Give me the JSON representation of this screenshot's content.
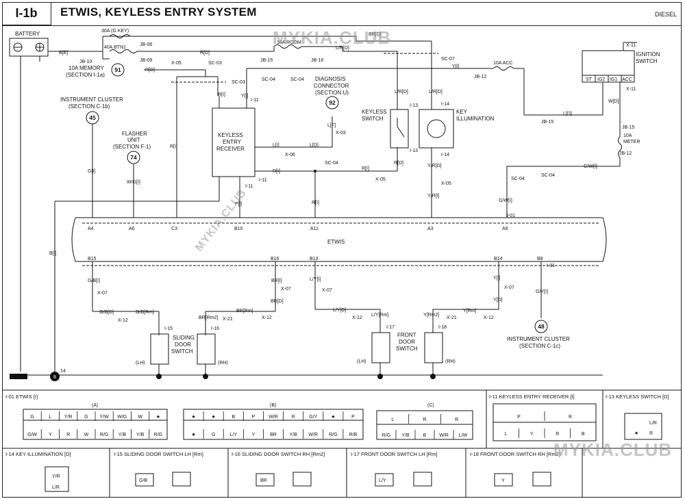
{
  "header": {
    "code": "I-1b",
    "title": "ETWIS, KEYLESS ENTRY SYSTEM",
    "variant": "DIESEL"
  },
  "watermarks": [
    "MYKIA.CLUB",
    "MYKIA.CLUB",
    "MYKIA.CLUB"
  ],
  "components": {
    "battery": "BATTERY",
    "fuse_gkey": "30A (G KEY)",
    "fuse_btn": "40A BTN1",
    "fuse_room": "10A ROOM",
    "fuse_acc": "10A ACC",
    "fuse_meter_1": "10A",
    "fuse_meter_2": "METER",
    "memory_1": "10A MEMORY",
    "memory_2": "(SECTION I-1a)",
    "diag_1": "DIAGNOSIS",
    "diag_2": "CONNECTOR",
    "diag_3": "(SECTION U)",
    "cluster_top_1": "INSTRUMENT CLUSTER",
    "cluster_top_2": "(SECTION C-1b)",
    "flasher_1": "FLASHER",
    "flasher_2": "UNIT",
    "flasher_3": "(SECTION F-1)",
    "receiver_1": "KEYLESS",
    "receiver_2": "ENTRY",
    "receiver_3": "RECEIVER",
    "keyless_sw_1": "KEYLESS",
    "keyless_sw_2": "SWITCH",
    "key_ill_1": "KEY",
    "key_ill_2": "ILLUMINATION",
    "ignition_1": "IGNITION",
    "ignition_2": "SWITCH",
    "ign_st": "ST",
    "ign_ig2": "IG2",
    "ign_ig1": "IG1",
    "ign_acc": "ACC",
    "etwis": "ETWIS",
    "sliding_1": "SLIDING",
    "sliding_2": "DOOR",
    "sliding_3": "SWITCH",
    "front_1": "FRONT",
    "front_2": "DOOR",
    "front_3": "SWITCH",
    "lh": "(LH)",
    "rh": "(RH)",
    "cluster_bot_1": "INSTRUMENT CLUSTER",
    "cluster_bot_2": "(SECTION C-1c)"
  },
  "refs": {
    "r91": "91",
    "r92": "92",
    "r45": "45",
    "r74": "74",
    "r48": "48",
    "r8": "8",
    "r14": "14"
  },
  "wires": {
    "bE": "B[E]",
    "rD": "R[D]",
    "lrD": "L/R[D]",
    "brD": "BR[D]",
    "yI": "Y[I]",
    "rI": "R[I]",
    "gI": "G[I]",
    "wgI": "W/G[I]",
    "bI": "B[I]",
    "pI": "P[I]",
    "lI": "L[I]",
    "lD": "L[D]",
    "lF": "L[F]",
    "yrD": "Y/R[D]",
    "yrI": "Y/R[I]",
    "wD": "W[D]",
    "gwI": "G/W[I]",
    "gbI": "G/B[I]",
    "gbD": "G/B[D]",
    "gbRm": "G/B[Rm]",
    "brI": "BR[I]",
    "brRm": "BR[Rm]",
    "brRm2": "BR[Rm2]",
    "lyI": "L/Y[I]",
    "lyD": "L/Y[D]",
    "lyRm": "L/Y[Rm]",
    "yD": "Y[D]",
    "yRm": "Y[Rm]",
    "yRm2": "Y[Rm2]",
    "gyI": "G/Y[I]"
  },
  "connectors": {
    "jb10": "JB-10",
    "jb06": "JB-06",
    "jb09": "JB-09",
    "jb15": "JB-15",
    "jb16": "JB-16",
    "jb12": "JB-12",
    "x05": "X-05",
    "x06": "X-06",
    "x03": "X-03",
    "x07": "X-07",
    "x11": "X-11",
    "x12": "X-12",
    "x21": "X-21",
    "sc03": "SC-03",
    "sc04": "SC-04",
    "sc07": "SC-07",
    "i01": "I-01",
    "i11": "I-11",
    "i13": "I-13",
    "i14": "I-14",
    "i15": "I-15",
    "i16": "I-16",
    "i17": "I-17",
    "i18": "I-18"
  },
  "pins": {
    "a4": "A4",
    "a6": "A6",
    "c3": "C3",
    "b10": "B10",
    "a11": "A11",
    "a3": "A3",
    "a9": "A9",
    "b15": "B15",
    "b16": "B16",
    "b13": "B13",
    "b14": "B14",
    "b8": "B8"
  },
  "panels": {
    "etwis": {
      "title": "I-01 ETWIS [I]",
      "group_a": "(A)",
      "group_b": "(B)",
      "group_c": "(C)",
      "a_top": [
        "G",
        "L",
        "Y/R",
        "G",
        "Y/W",
        "W/G",
        "W",
        "★"
      ],
      "a_bot": [
        "G/W",
        "Y",
        "R",
        "W",
        "R/G",
        "Y/B",
        "Y/B",
        "R/G"
      ],
      "b_top": [
        "★",
        "★",
        "B",
        "P",
        "W/R",
        "R",
        "G/Y",
        "★",
        "P"
      ],
      "b_bot": [
        "★",
        "G",
        "L/Y",
        "Y",
        "BR",
        "Y/B",
        "W/R",
        "R/G",
        "R/B"
      ],
      "c_top": [
        "L",
        "R",
        "R"
      ],
      "c_bot": [
        "R/G",
        "Y/B",
        "B",
        "W/R",
        "L/W"
      ]
    },
    "receiver": {
      "title": "I-11 KEYLESS ENTRY RECEIVER [I]",
      "top": [
        "P",
        "R"
      ],
      "bot": [
        "L",
        "Y",
        "R",
        "B"
      ]
    },
    "keyless_sw": {
      "title": "I-13 KEYLESS SWITCH [D]",
      "cells": [
        "L/R",
        "★",
        "R"
      ]
    },
    "key_ill": {
      "title": "I-14 KEY ILLUMINATION [D]",
      "cells": [
        "Y/R",
        "L/R"
      ]
    },
    "sliding_lh": {
      "title": "I-15 SLIDING DOOR SWITCH LH [Rm]",
      "cell": "G/B"
    },
    "sliding_rh": {
      "title": "I-16 SLIDING DOOR SWITCH RH [Rm2]",
      "cell": "BR"
    },
    "front_lh": {
      "title": "I-17 FRONT DOOR SWITCH LH [Rm]",
      "cell": "L/Y"
    },
    "front_rh": {
      "title": "I-18 FRONT DOOR SWITCH RH [Rm2]",
      "cell": "Y"
    }
  }
}
